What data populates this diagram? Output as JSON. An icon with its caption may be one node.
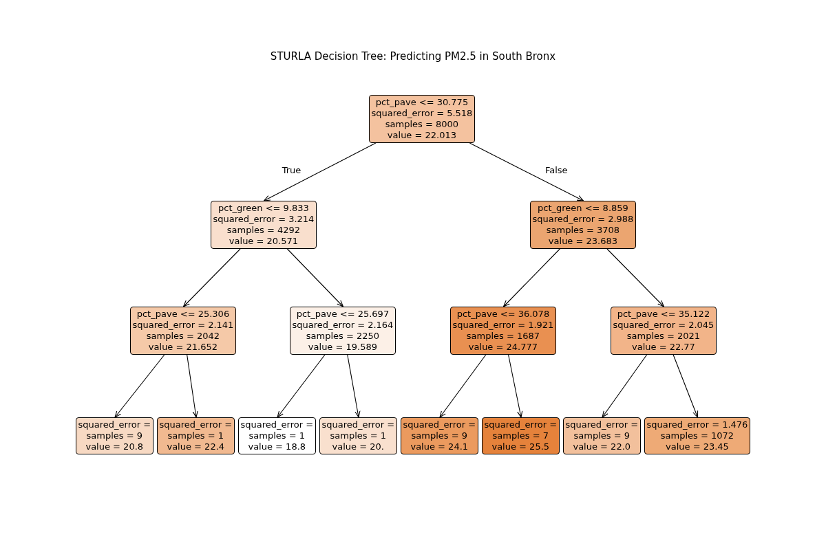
{
  "diagram": {
    "title": "STURLA Decision Tree: Predicting PM2.5 in South Bronx",
    "nodes": [
      {
        "text": [
          "pct_pave <= 30.775",
          "squared_error = 5.518",
          "samples = 8000",
          "value = 22.013"
        ]
      },
      {
        "text": [
          "pct_green <= 9.833",
          "squared_error = 3.214",
          "samples = 4292",
          "value = 20.571"
        ]
      },
      {
        "text": [
          "pct_green <= 8.859",
          "squared_error = 2.988",
          "samples = 3708",
          "value = 23.683"
        ]
      },
      {
        "text": [
          "pct_pave <= 25.306",
          "squared_error = 2.141",
          "samples = 2042",
          "value = 21.652"
        ]
      },
      {
        "text": [
          "pct_pave <= 25.697",
          "squared_error = 2.164",
          "samples = 2250",
          "value = 19.589"
        ]
      },
      {
        "text": [
          "pct_pave <= 36.078",
          "squared_error = 1.921",
          "samples = 1687",
          "value = 24.777"
        ]
      },
      {
        "text": [
          "pct_pave <= 35.122",
          "squared_error = 2.045",
          "samples = 2021",
          "value = 22.77"
        ]
      },
      {
        "text": [
          "squared_error =",
          "samples = 9",
          "value = 20.8"
        ]
      },
      {
        "text": [
          "squared_error =",
          "samples = 1",
          "value = 22.4"
        ]
      },
      {
        "text": [
          "squared_error =",
          "samples = 1",
          "value = 18.8"
        ]
      },
      {
        "text": [
          "squared_error =",
          "samples = 1",
          "value = 20."
        ]
      },
      {
        "text": [
          "squared_error =",
          "samples = 9",
          "value = 24.1"
        ]
      },
      {
        "text": [
          "squared_error =",
          "samples = 7",
          "value = 25.5"
        ]
      },
      {
        "text": [
          "squared_error =",
          "samples = 9",
          "value = 22.0"
        ]
      },
      {
        "text": [
          "squared_error = 1.476",
          "samples = 1072",
          "value = 23.45"
        ]
      }
    ],
    "edges": [
      {
        "from": 0,
        "to": 1,
        "arrow": "to",
        "label": "True"
      },
      {
        "from": 0,
        "to": 2,
        "arrow": "to",
        "label": "False"
      },
      {
        "from": 1,
        "to": 3,
        "arrow": "to"
      },
      {
        "from": 1,
        "to": 4,
        "arrow": "to"
      },
      {
        "from": 2,
        "to": 5,
        "arrow": "to"
      },
      {
        "from": 2,
        "to": 6,
        "arrow": "to"
      },
      {
        "from": 3,
        "to": 7,
        "arrow": "to"
      },
      {
        "from": 3,
        "to": 8,
        "arrow": "to"
      },
      {
        "from": 4,
        "to": 9,
        "arrow": "to"
      },
      {
        "from": 4,
        "to": 10,
        "arrow": "to"
      },
      {
        "from": 5,
        "to": 11,
        "arrow": "to"
      },
      {
        "from": 5,
        "to": 12,
        "arrow": "to"
      },
      {
        "from": 6,
        "to": 13,
        "arrow": "to"
      },
      {
        "from": 6,
        "to": 14,
        "arrow": "to"
      }
    ]
  }
}
